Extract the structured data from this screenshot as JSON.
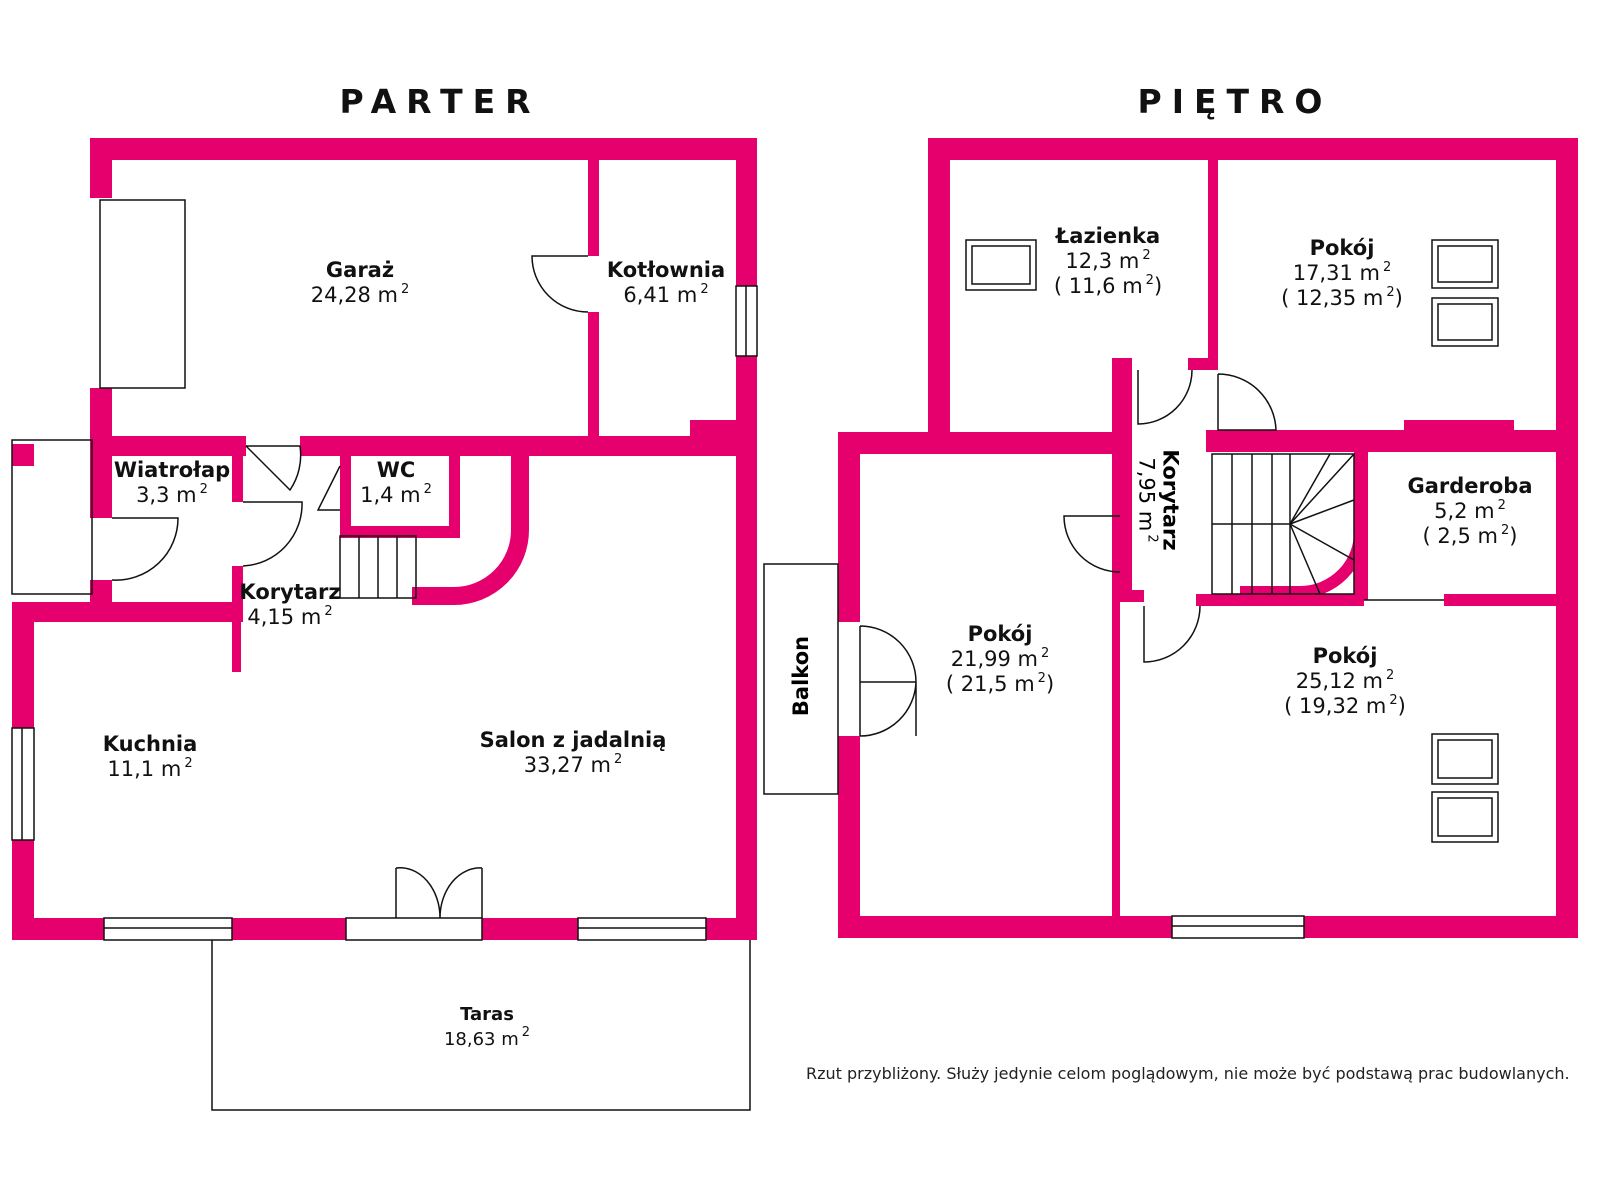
{
  "headings": {
    "ground": "PARTER",
    "upper": "PIĘTRO"
  },
  "unit": "m",
  "unit_exp": "2",
  "ground_rooms": [
    {
      "id": "garaz",
      "name": "Garaż",
      "area": "24,28"
    },
    {
      "id": "kotlownia",
      "name": "Kotłownia",
      "area": "6,41"
    },
    {
      "id": "wiatrolap",
      "name": "Wiatrołap",
      "area": "3,3"
    },
    {
      "id": "wc",
      "name": "WC",
      "area": "1,4"
    },
    {
      "id": "korytarz",
      "name": "Korytarz",
      "area": "4,15"
    },
    {
      "id": "kuchnia",
      "name": "Kuchnia",
      "area": "11,1"
    },
    {
      "id": "salon",
      "name": "Salon z jadalnią",
      "area": "33,27"
    },
    {
      "id": "taras",
      "name": "Taras",
      "area": "18,63"
    }
  ],
  "upper_rooms": [
    {
      "id": "lazienka",
      "name": "Łazienka",
      "area": "12,3",
      "net": "11,6"
    },
    {
      "id": "pokoj1",
      "name": "Pokój",
      "area": "17,31",
      "net": "12,35"
    },
    {
      "id": "korytarz2",
      "name": "Korytarz",
      "area": "7,95"
    },
    {
      "id": "garderoba",
      "name": "Garderoba",
      "area": "5,2",
      "net": "2,5"
    },
    {
      "id": "pokoj2",
      "name": "Pokój",
      "area": "21,99",
      "net": "21,5"
    },
    {
      "id": "pokoj3",
      "name": "Pokój",
      "area": "25,12",
      "net": "19,32"
    },
    {
      "id": "balkon",
      "name": "Balkon"
    }
  ],
  "disclaimer": "Rzut przybliżony. Służy jedynie celom poglądowym, nie może być podstawą prac budowlanych.",
  "colors": {
    "wall": "#e5006d",
    "line": "#111111",
    "background": "#ffffff"
  }
}
